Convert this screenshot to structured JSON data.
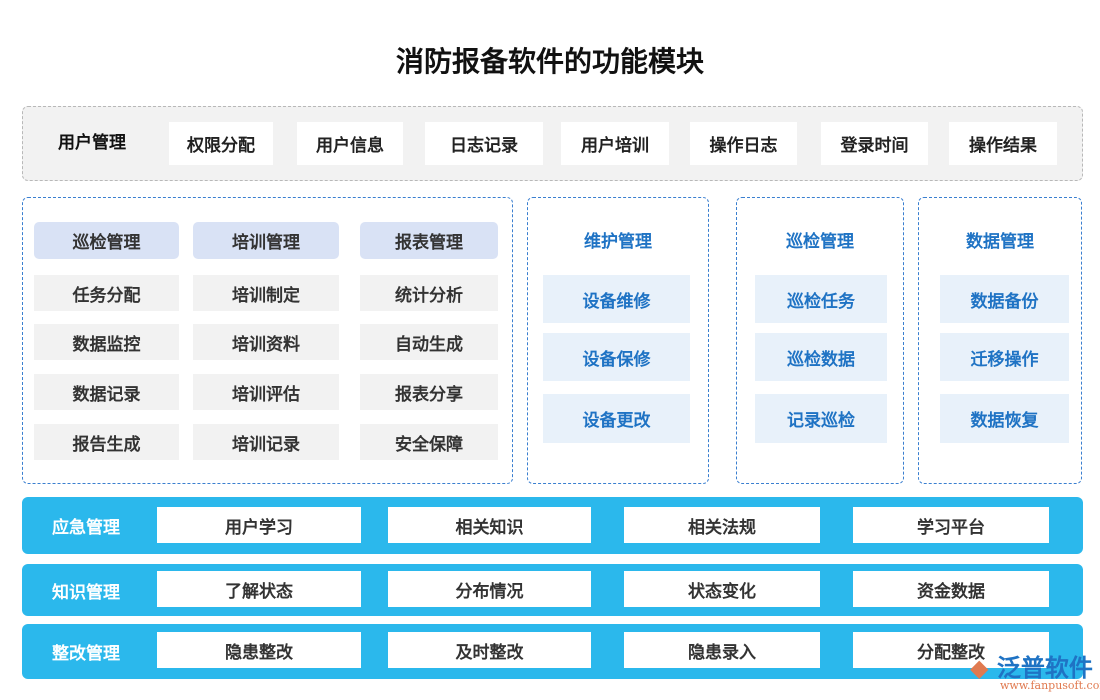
{
  "title": "消防报备软件的功能模块",
  "user_mgmt": {
    "label": "用户管理",
    "items": [
      "权限分配",
      "用户信息",
      "日志记录",
      "用户培训",
      "操作日志",
      "登录时间",
      "操作结果"
    ]
  },
  "left_group": {
    "columns": [
      {
        "header": "巡检管理",
        "items": [
          "任务分配",
          "数据监控",
          "数据记录",
          "报告生成"
        ]
      },
      {
        "header": "培训管理",
        "items": [
          "培训制定",
          "培训资料",
          "培训评估",
          "培训记录"
        ]
      },
      {
        "header": "报表管理",
        "items": [
          "统计分析",
          "自动生成",
          "报表分享",
          "安全保障"
        ]
      }
    ]
  },
  "modules": [
    {
      "header": "维护管理",
      "items": [
        "设备维修",
        "设备保修",
        "设备更改"
      ]
    },
    {
      "header": "巡检管理",
      "items": [
        "巡检任务",
        "巡检数据",
        "记录巡检"
      ]
    },
    {
      "header": "数据管理",
      "items": [
        "数据备份",
        "迁移操作",
        "数据恢复"
      ]
    }
  ],
  "bars": [
    {
      "label": "应急管理",
      "items": [
        "用户学习",
        "相关知识",
        "相关法规",
        "学习平台"
      ]
    },
    {
      "label": "知识管理",
      "items": [
        "了解状态",
        "分布情况",
        "状态变化",
        "资金数据"
      ]
    },
    {
      "label": "整改管理",
      "items": [
        "隐患整改",
        "及时整改",
        "隐患录入",
        "分配整改"
      ]
    }
  ],
  "watermark": {
    "brand": "泛普软件",
    "url": "www.fanpusoft.com"
  },
  "colors": {
    "bar": "#2bb8ec",
    "accent": "#1f73c4",
    "header_bg": "#d9e2f5",
    "item_bg": "#e8f1fa"
  }
}
